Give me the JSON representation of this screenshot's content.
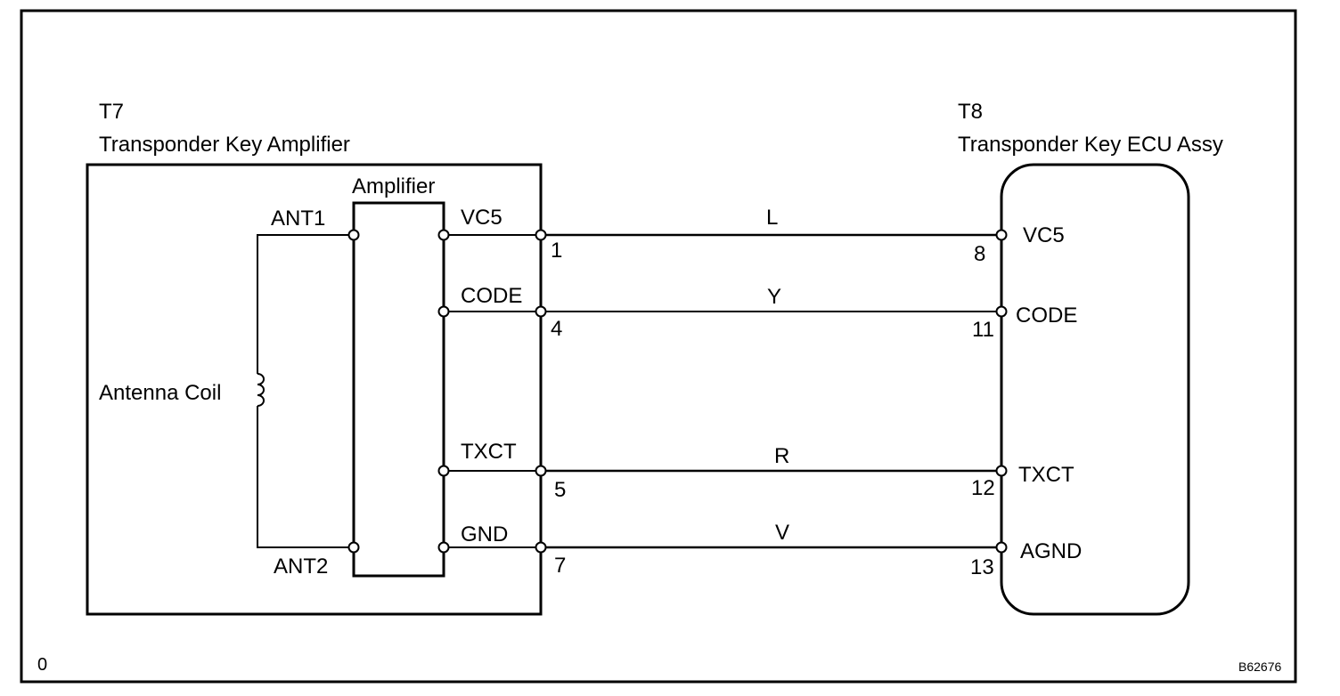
{
  "amplifier_unit": {
    "connector_id": "T7",
    "name": "Transponder Key Amplifier",
    "amplifier_label": "Amplifier",
    "antenna_label": "Antenna Coil",
    "ant_pins": [
      "ANT1",
      "ANT2"
    ]
  },
  "ecu_unit": {
    "connector_id": "T8",
    "name": "Transponder Key ECU Assy"
  },
  "circuits": [
    {
      "amp_signal": "VC5",
      "amp_pin": "1",
      "wire_color": "L",
      "ecu_pin": "8",
      "ecu_signal": "VC5"
    },
    {
      "amp_signal": "CODE",
      "amp_pin": "4",
      "wire_color": "Y",
      "ecu_pin": "11",
      "ecu_signal": "CODE"
    },
    {
      "amp_signal": "TXCT",
      "amp_pin": "5",
      "wire_color": "R",
      "ecu_pin": "12",
      "ecu_signal": "TXCT"
    },
    {
      "amp_signal": "GND",
      "amp_pin": "7",
      "wire_color": "V",
      "ecu_pin": "13",
      "ecu_signal": "AGND"
    }
  ],
  "footer": {
    "left_mark": "0",
    "figure_code": "B62676"
  }
}
